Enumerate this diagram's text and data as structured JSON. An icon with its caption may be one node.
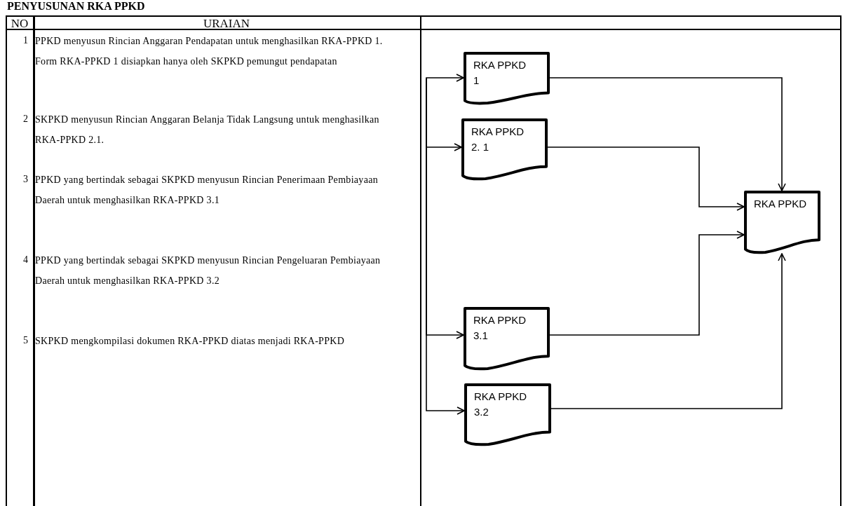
{
  "diagram": {
    "title": "PENYUSUNAN RKA PPKD",
    "nodes": [
      {
        "text": [
          "RKA PPKD 1"
        ]
      },
      {
        "text": [
          "RKA PPKD 2. 1"
        ]
      },
      {
        "text": [
          "RKA PPKD 3.1"
        ]
      },
      {
        "text": [
          "RKA PPKD 3.2"
        ]
      },
      {
        "text": [
          "RKA PPKD"
        ]
      }
    ],
    "edges": [
      {
        "from": null,
        "to": 0,
        "arrow": "to"
      },
      {
        "from": null,
        "to": 1,
        "arrow": "to"
      },
      {
        "from": null,
        "to": 2,
        "arrow": "to"
      },
      {
        "from": null,
        "to": 3,
        "arrow": "to"
      },
      {
        "from": 0,
        "to": 4,
        "arrow": "to"
      },
      {
        "from": 1,
        "to": 4,
        "arrow": "to"
      },
      {
        "from": 2,
        "to": 4,
        "arrow": "to"
      },
      {
        "from": 3,
        "to": 4,
        "arrow": "to"
      }
    ],
    "labels": [
      "NO",
      "URAIAN",
      "1",
      "PPKD menyusun Rincian Anggaran Pendapatan untuk menghasilkan RKA-PPKD 1. Form RKA-PPKD 1 disiapkan hanya oleh SKPKD pemungut pendapatan",
      "2",
      "SKPKD menyusun Rincian Anggaran Belanja Tidak Langsung untuk menghasilkan RKA-PPKD 2.1.",
      "3",
      "PPKD yang bertindak sebagai SKPKD menyusun Rincian Penerimaan Pembiayaan Daerah untuk menghasilkan RKA-PPKD 3.1",
      "4",
      "PPKD yang bertindak sebagai SKPKD menyusun Rincian Pengeluaran Pembiayaan Daerah untuk menghasilkan RKA-PPKD 3.2",
      "5",
      "SKPKD mengkompilasi dokumen RKA-PPKD diatas menjadi RKA-PPKD"
    ]
  }
}
